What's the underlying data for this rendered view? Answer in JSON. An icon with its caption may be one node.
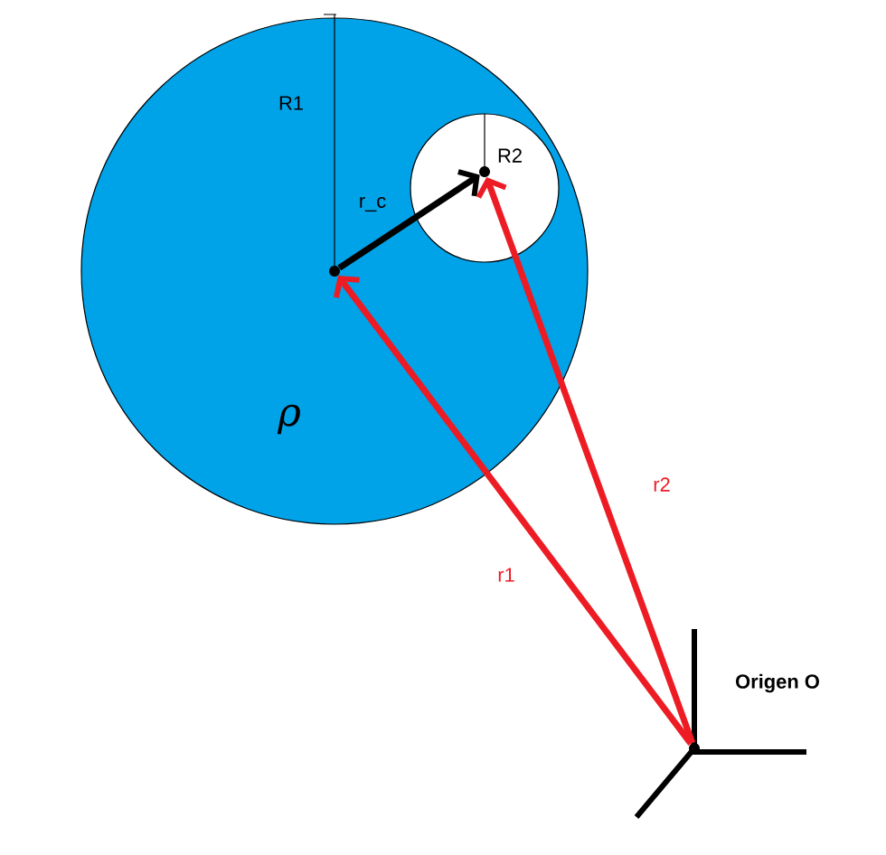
{
  "diagram": {
    "nodes": [
      {
        "text": [],
        "shape": "circle"
      },
      {
        "text": [],
        "shape": "circle",
        "in": 0
      },
      {
        "text": [],
        "shape": "point",
        "in": 0
      },
      {
        "text": [],
        "shape": "point",
        "in": 1
      },
      {
        "text": [],
        "shape": "point"
      }
    ],
    "edges": [
      {
        "from": 2,
        "to": 3,
        "arrow": "to",
        "label": "r_c",
        "color": "#000000"
      },
      {
        "from": 4,
        "to": 2,
        "arrow": "to",
        "label": "r1"
      },
      {
        "from": 4,
        "to": 3,
        "arrow": "to",
        "label": "r2"
      }
    ],
    "labels": [
      "R1",
      "R2",
      "ρ",
      "Origen O"
    ]
  }
}
